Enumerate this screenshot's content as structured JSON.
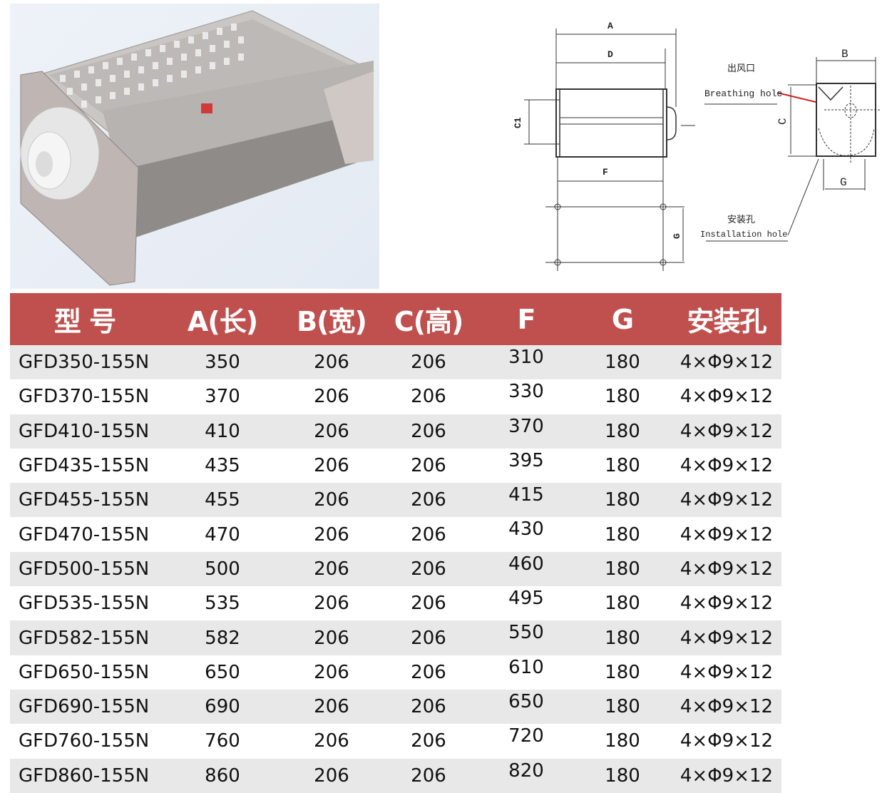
{
  "product_photo": {
    "alt": "GFD cross-flow fan product photo"
  },
  "drawing": {
    "labels": {
      "A": "A",
      "D": "D",
      "C1": "C1",
      "F": "F",
      "G_side": "G",
      "B": "B",
      "C": "C",
      "G_end": "G",
      "outlet_cn": "出风口",
      "outlet_en": "Breathing hole",
      "install_cn": "安装孔",
      "install_en": "Installation hole"
    }
  },
  "table": {
    "headers": [
      "型 号",
      "A(长)",
      "B(宽)",
      "C(高)",
      "F",
      "G",
      "安装孔"
    ],
    "header_color": "#c0504d",
    "rows": [
      [
        "GFD350-155N",
        "350",
        "206",
        "206",
        "310",
        "180",
        "4×Φ9×12"
      ],
      [
        "GFD370-155N",
        "370",
        "206",
        "206",
        "330",
        "180",
        "4×Φ9×12"
      ],
      [
        "GFD410-155N",
        "410",
        "206",
        "206",
        "370",
        "180",
        "4×Φ9×12"
      ],
      [
        "GFD435-155N",
        "435",
        "206",
        "206",
        "395",
        "180",
        "4×Φ9×12"
      ],
      [
        "GFD455-155N",
        "455",
        "206",
        "206",
        "415",
        "180",
        "4×Φ9×12"
      ],
      [
        "GFD470-155N",
        "470",
        "206",
        "206",
        "430",
        "180",
        "4×Φ9×12"
      ],
      [
        "GFD500-155N",
        "500",
        "206",
        "206",
        "460",
        "180",
        "4×Φ9×12"
      ],
      [
        "GFD535-155N",
        "535",
        "206",
        "206",
        "495",
        "180",
        "4×Φ9×12"
      ],
      [
        "GFD582-155N",
        "582",
        "206",
        "206",
        "550",
        "180",
        "4×Φ9×12"
      ],
      [
        "GFD650-155N",
        "650",
        "206",
        "206",
        "610",
        "180",
        "4×Φ9×12"
      ],
      [
        "GFD690-155N",
        "690",
        "206",
        "206",
        "650",
        "180",
        "4×Φ9×12"
      ],
      [
        "GFD760-155N",
        "760",
        "206",
        "206",
        "720",
        "180",
        "4×Φ9×12"
      ],
      [
        "GFD860-155N",
        "860",
        "206",
        "206",
        "820",
        "180",
        "4×Φ9×12"
      ]
    ]
  }
}
